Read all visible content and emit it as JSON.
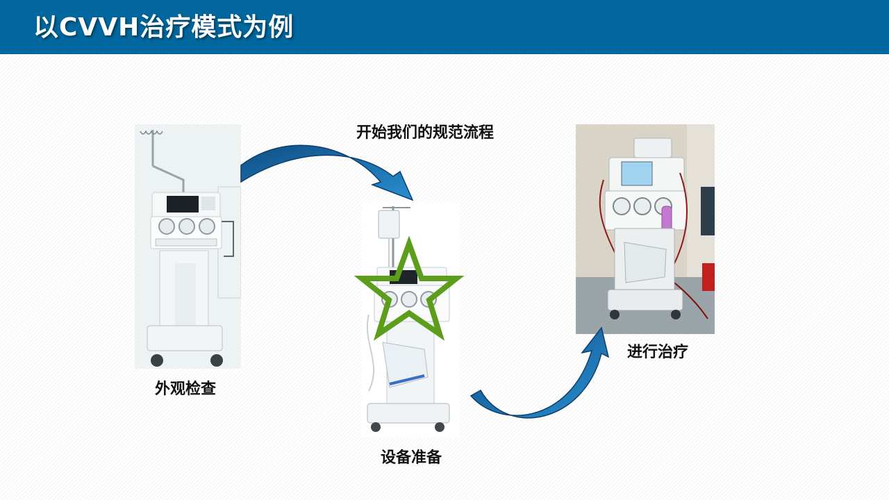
{
  "title": "以CVVH治疗模式为例",
  "flow_heading": "开始我们的规范流程",
  "steps": [
    {
      "label": "外观检查"
    },
    {
      "label": "设备准备"
    },
    {
      "label": "进行治疗"
    }
  ],
  "colors": {
    "header": "#01679e",
    "arrow": "#1a6fa8",
    "star": "#5c9e1c",
    "caption": "#111111"
  },
  "icons": [
    "curved-arrow",
    "star-outline"
  ]
}
